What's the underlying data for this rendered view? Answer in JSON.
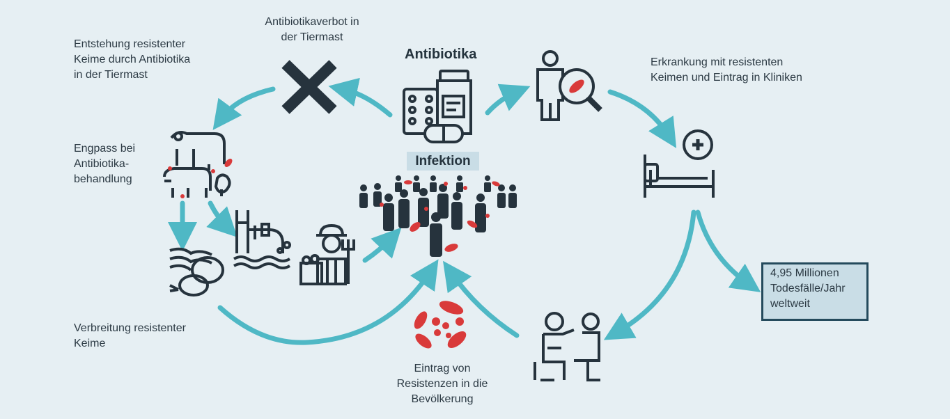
{
  "title": "Antibiotika",
  "infektion": "Infektion",
  "labels": {
    "antibiotikaverbot": "Antibiotikaverbot in\nder Tiermast",
    "entstehung": "Entstehung resistenter\nKeime durch Antibiotika\nin der Tiermast",
    "engpass": "Engpass bei\nAntibiotika-\nbehandlung",
    "verbreitung": "Verbreitung resistenter\nKeime",
    "eintrag": "Eintrag von\nResistenzen in die\nBevölkerung",
    "erkrankung": "Erkrankung mit resistenten\nKeimen und Eintrag in Kliniken",
    "todesfaelle": "4,95 Millionen\nTodesfälle/Jahr\nweltweit"
  },
  "colors": {
    "background": "#e6eff3",
    "arrow": "#4fb8c5",
    "icon": "#26333d",
    "bacteria": "#d93a3a",
    "highlight_box": "#c9dde6",
    "box_border": "#244a5c"
  },
  "icons": [
    "x-icon",
    "antibiotics-icon",
    "crowd-icon",
    "magnifier-person-icon",
    "hospital-bed-icon",
    "livestock-icon",
    "meat-icon",
    "wastewater-icon",
    "farmer-icon",
    "bacteria-icon",
    "doctor-patient-icon"
  ]
}
